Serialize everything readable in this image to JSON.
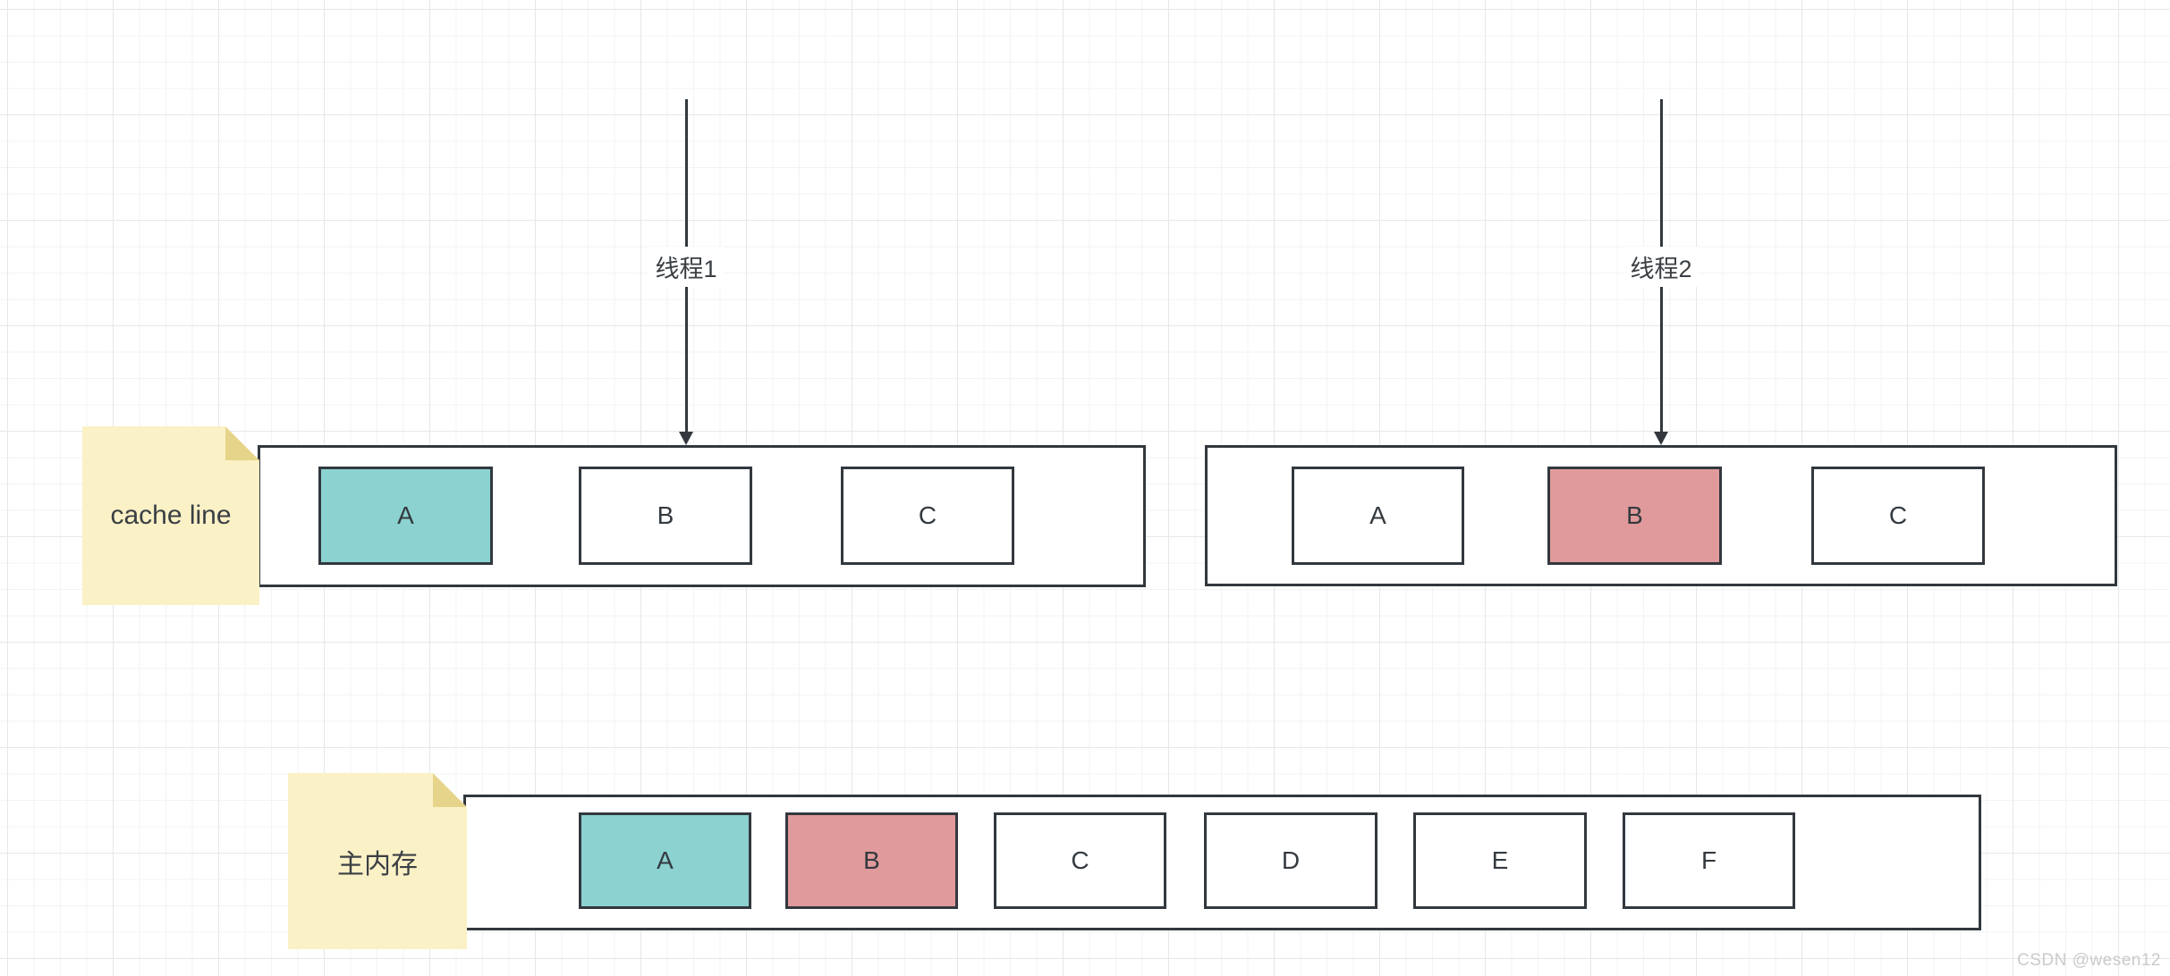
{
  "diagram": {
    "threads": [
      {
        "label": "线程1"
      },
      {
        "label": "线程2"
      }
    ],
    "cache_line_note": {
      "label": "cache line"
    },
    "main_memory_note": {
      "label": "主内存"
    },
    "cache_lines": [
      {
        "cells": [
          {
            "label": "A",
            "fill": "teal"
          },
          {
            "label": "B",
            "fill": "white"
          },
          {
            "label": "C",
            "fill": "white"
          }
        ]
      },
      {
        "cells": [
          {
            "label": "A",
            "fill": "white"
          },
          {
            "label": "B",
            "fill": "red"
          },
          {
            "label": "C",
            "fill": "white"
          }
        ]
      }
    ],
    "main_memory": {
      "cells": [
        {
          "label": "A",
          "fill": "teal"
        },
        {
          "label": "B",
          "fill": "red"
        },
        {
          "label": "C",
          "fill": "white"
        },
        {
          "label": "D",
          "fill": "white"
        },
        {
          "label": "E",
          "fill": "white"
        },
        {
          "label": "F",
          "fill": "white"
        }
      ]
    }
  },
  "colors": {
    "teal": "#8bd2d1",
    "red": "#e19a9b",
    "white": "#ffffff",
    "note_bg": "#fbf1c6",
    "note_fold": "#e5d48a",
    "border": "#32383e"
  },
  "watermark": {
    "label": "CSDN @wesen12"
  }
}
